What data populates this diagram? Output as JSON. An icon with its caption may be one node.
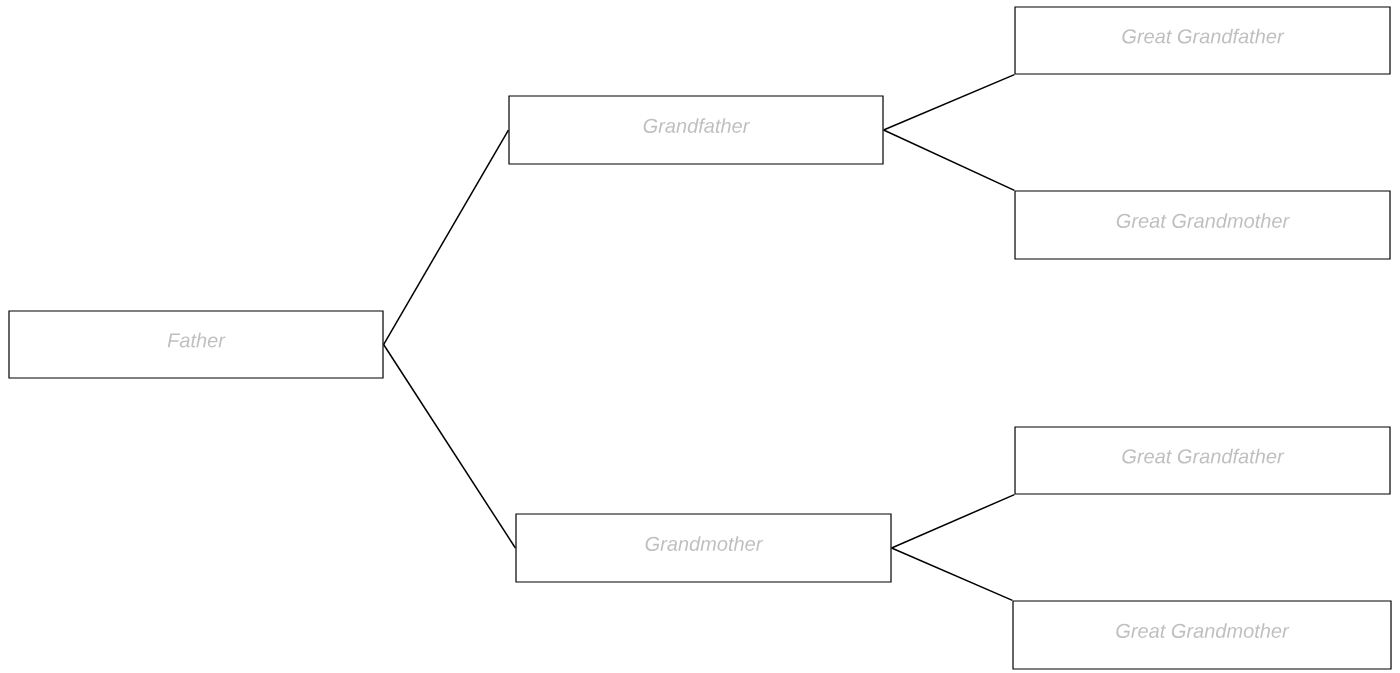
{
  "diagram": {
    "nodes": [
      {
        "text": [
          "Father"
        ]
      },
      {
        "text": [
          "Grandfather"
        ]
      },
      {
        "text": [
          "Grandmother"
        ]
      },
      {
        "text": [
          "Great Grandfather"
        ]
      },
      {
        "text": [
          "Great Grandmother"
        ]
      },
      {
        "text": [
          "Great Grandfather"
        ]
      },
      {
        "text": [
          "Great Grandmother"
        ]
      }
    ],
    "edges": [
      {
        "from": 0,
        "to": 1,
        "arrow": "none"
      },
      {
        "from": 0,
        "to": 2,
        "arrow": "none"
      },
      {
        "from": 1,
        "to": 3,
        "arrow": "none"
      },
      {
        "from": 1,
        "to": 4,
        "arrow": "none"
      },
      {
        "from": 2,
        "to": 5,
        "arrow": "none"
      },
      {
        "from": 2,
        "to": 6,
        "arrow": "none"
      }
    ]
  }
}
